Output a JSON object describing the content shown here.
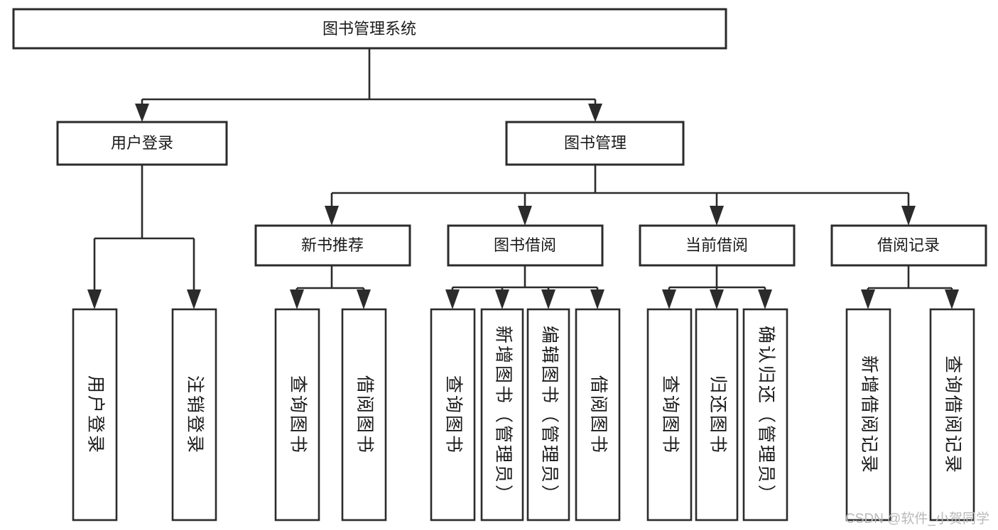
{
  "diagram": {
    "type": "tree-hierarchy",
    "orientation": "top-down",
    "title": "图书管理系统",
    "watermark": "CSDN @软件_小贺同学",
    "colors": {
      "stroke": "#2b2b2b",
      "fill": "#ffffff",
      "text": "#1a1a1a",
      "watermark": "#b9b9b9"
    },
    "nodes": {
      "root": {
        "id": "root",
        "label": "图书管理系统",
        "level": 0
      },
      "user_login": {
        "id": "user_login",
        "label": "用户登录",
        "level": 1
      },
      "book_manage": {
        "id": "book_manage",
        "label": "图书管理",
        "level": 1
      },
      "new_book_rec": {
        "id": "new_book_rec",
        "label": "新书推荐",
        "level": 2
      },
      "book_borrow": {
        "id": "book_borrow",
        "label": "图书借阅",
        "level": 2
      },
      "current_borrow": {
        "id": "current_borrow",
        "label": "当前借阅",
        "level": 2
      },
      "borrow_record": {
        "id": "borrow_record",
        "label": "借阅记录",
        "level": 2
      },
      "leaf_1": {
        "id": "leaf_1",
        "label": "用户登录",
        "level": 3,
        "parent": "user_login"
      },
      "leaf_2": {
        "id": "leaf_2",
        "label": "注销登录",
        "level": 3,
        "parent": "user_login"
      },
      "leaf_3": {
        "id": "leaf_3",
        "label": "查询图书",
        "level": 3,
        "parent": "new_book_rec"
      },
      "leaf_4": {
        "id": "leaf_4",
        "label": "借阅图书",
        "level": 3,
        "parent": "new_book_rec"
      },
      "leaf_5": {
        "id": "leaf_5",
        "label": "查询图书",
        "level": 3,
        "parent": "book_borrow"
      },
      "leaf_6": {
        "id": "leaf_6",
        "label": "新增图书（管理员）",
        "level": 3,
        "parent": "book_borrow"
      },
      "leaf_7": {
        "id": "leaf_7",
        "label": "编辑图书（管理员）",
        "level": 3,
        "parent": "book_borrow"
      },
      "leaf_8": {
        "id": "leaf_8",
        "label": "借阅图书",
        "level": 3,
        "parent": "book_borrow"
      },
      "leaf_9": {
        "id": "leaf_9",
        "label": "查询图书",
        "level": 3,
        "parent": "current_borrow"
      },
      "leaf_10": {
        "id": "leaf_10",
        "label": "归还图书",
        "level": 3,
        "parent": "current_borrow"
      },
      "leaf_11": {
        "id": "leaf_11",
        "label": "确认归还（管理员）",
        "level": 3,
        "parent": "current_borrow"
      },
      "leaf_12": {
        "id": "leaf_12",
        "label": "新增借阅记录",
        "level": 3,
        "parent": "borrow_record"
      },
      "leaf_13": {
        "id": "leaf_13",
        "label": "查询借阅记录",
        "level": 3,
        "parent": "borrow_record"
      }
    },
    "edges": [
      {
        "from": "root",
        "to": "user_login"
      },
      {
        "from": "root",
        "to": "book_manage"
      },
      {
        "from": "user_login",
        "to": "leaf_1"
      },
      {
        "from": "user_login",
        "to": "leaf_2"
      },
      {
        "from": "book_manage",
        "to": "new_book_rec"
      },
      {
        "from": "book_manage",
        "to": "book_borrow"
      },
      {
        "from": "book_manage",
        "to": "current_borrow"
      },
      {
        "from": "book_manage",
        "to": "borrow_record"
      },
      {
        "from": "new_book_rec",
        "to": "leaf_3"
      },
      {
        "from": "new_book_rec",
        "to": "leaf_4"
      },
      {
        "from": "book_borrow",
        "to": "leaf_5"
      },
      {
        "from": "book_borrow",
        "to": "leaf_6"
      },
      {
        "from": "book_borrow",
        "to": "leaf_7"
      },
      {
        "from": "book_borrow",
        "to": "leaf_8"
      },
      {
        "from": "current_borrow",
        "to": "leaf_9"
      },
      {
        "from": "current_borrow",
        "to": "leaf_10"
      },
      {
        "from": "current_borrow",
        "to": "leaf_11"
      },
      {
        "from": "borrow_record",
        "to": "leaf_12"
      },
      {
        "from": "borrow_record",
        "to": "leaf_13"
      }
    ]
  }
}
